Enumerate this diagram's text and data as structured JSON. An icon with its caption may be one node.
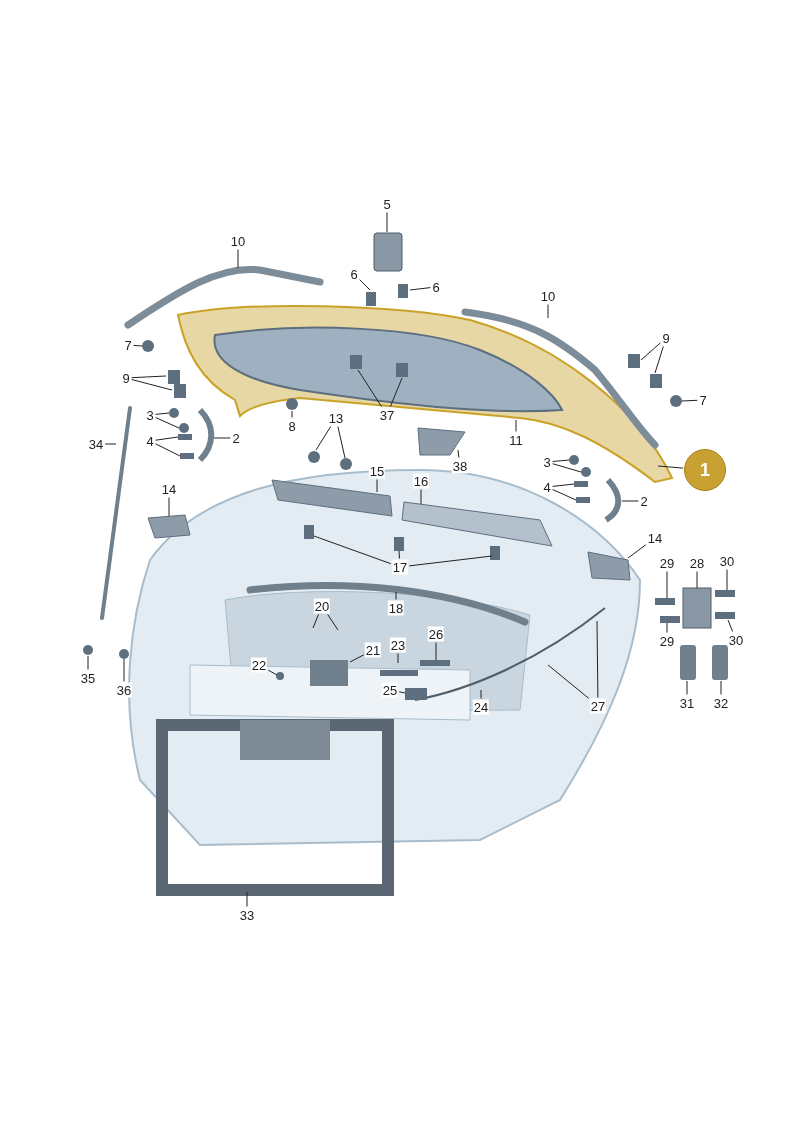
{
  "diagram": {
    "nodes": [
      {
        "text": [
          "1"
        ]
      },
      {
        "text": [
          "10"
        ]
      },
      {
        "text": [
          "5"
        ]
      },
      {
        "text": [
          "6"
        ]
      },
      {
        "text": [
          "6"
        ]
      },
      {
        "text": [
          "10"
        ]
      },
      {
        "text": [
          "7"
        ]
      },
      {
        "text": [
          "9"
        ]
      },
      {
        "text": [
          "9"
        ]
      },
      {
        "text": [
          "7"
        ]
      },
      {
        "text": [
          "37"
        ]
      },
      {
        "text": [
          "3"
        ]
      },
      {
        "text": [
          "8"
        ]
      },
      {
        "text": [
          "13"
        ]
      },
      {
        "text": [
          "11"
        ]
      },
      {
        "text": [
          "34"
        ]
      },
      {
        "text": [
          "4"
        ]
      },
      {
        "text": [
          "2"
        ]
      },
      {
        "text": [
          "38"
        ]
      },
      {
        "text": [
          "3"
        ]
      },
      {
        "text": [
          "4"
        ]
      },
      {
        "text": [
          "2"
        ]
      },
      {
        "text": [
          "15"
        ]
      },
      {
        "text": [
          "16"
        ]
      },
      {
        "text": [
          "14"
        ]
      },
      {
        "text": [
          "14"
        ]
      },
      {
        "text": [
          "17"
        ]
      },
      {
        "text": [
          "29"
        ]
      },
      {
        "text": [
          "28"
        ]
      },
      {
        "text": [
          "30"
        ]
      },
      {
        "text": [
          "20"
        ]
      },
      {
        "text": [
          "18"
        ]
      },
      {
        "text": [
          "29"
        ]
      },
      {
        "text": [
          "30"
        ]
      },
      {
        "text": [
          "26"
        ]
      },
      {
        "text": [
          "21"
        ]
      },
      {
        "text": [
          "23"
        ]
      },
      {
        "text": [
          "22"
        ]
      },
      {
        "text": [
          "35"
        ]
      },
      {
        "text": [
          "36"
        ]
      },
      {
        "text": [
          "25"
        ]
      },
      {
        "text": [
          "24"
        ]
      },
      {
        "text": [
          "27"
        ]
      },
      {
        "text": [
          "31"
        ]
      },
      {
        "text": [
          "32"
        ]
      },
      {
        "text": [
          "33"
        ]
      }
    ],
    "edges": [
      {
        "from": 0,
        "to": null,
        "arrow": "none"
      },
      {
        "from": 1,
        "to": null,
        "arrow": "none"
      },
      {
        "from": 2,
        "to": null,
        "arrow": "none"
      },
      {
        "from": 3,
        "to": null,
        "arrow": "none"
      },
      {
        "from": 4,
        "to": null,
        "arrow": "none"
      },
      {
        "from": 5,
        "to": null,
        "arrow": "none"
      },
      {
        "from": 6,
        "to": null,
        "arrow": "none"
      },
      {
        "from": 7,
        "to": null,
        "arrow": "none"
      },
      {
        "from": 7,
        "to": null,
        "arrow": "none"
      },
      {
        "from": 8,
        "to": null,
        "arrow": "none"
      },
      {
        "from": 8,
        "to": null,
        "arrow": "none"
      },
      {
        "from": 9,
        "to": null,
        "arrow": "none"
      },
      {
        "from": 10,
        "to": null,
        "arrow": "none"
      },
      {
        "from": 10,
        "to": null,
        "arrow": "none"
      },
      {
        "from": 11,
        "to": null,
        "arrow": "none"
      },
      {
        "from": 11,
        "to": null,
        "arrow": "none"
      },
      {
        "from": 12,
        "to": null,
        "arrow": "none"
      },
      {
        "from": 13,
        "to": null,
        "arrow": "none"
      },
      {
        "from": 13,
        "to": null,
        "arrow": "none"
      },
      {
        "from": 14,
        "to": null,
        "arrow": "none"
      },
      {
        "from": 15,
        "to": null,
        "arrow": "none"
      },
      {
        "from": 16,
        "to": null,
        "arrow": "none"
      },
      {
        "from": 16,
        "to": null,
        "arrow": "none"
      },
      {
        "from": 17,
        "to": null,
        "arrow": "none"
      },
      {
        "from": 18,
        "to": null,
        "arrow": "none"
      },
      {
        "from": 19,
        "to": null,
        "arrow": "none"
      },
      {
        "from": 19,
        "to": null,
        "arrow": "none"
      },
      {
        "from": 20,
        "to": null,
        "arrow": "none"
      },
      {
        "from": 20,
        "to": null,
        "arrow": "none"
      },
      {
        "from": 21,
        "to": null,
        "arrow": "none"
      },
      {
        "from": 22,
        "to": null,
        "arrow": "none"
      },
      {
        "from": 23,
        "to": null,
        "arrow": "none"
      },
      {
        "from": 24,
        "to": null,
        "arrow": "none"
      },
      {
        "from": 25,
        "to": null,
        "arrow": "none"
      },
      {
        "from": 26,
        "to": null,
        "arrow": "none"
      },
      {
        "from": 26,
        "to": null,
        "arrow": "none"
      },
      {
        "from": 26,
        "to": null,
        "arrow": "none"
      },
      {
        "from": 27,
        "to": null,
        "arrow": "none"
      },
      {
        "from": 28,
        "to": null,
        "arrow": "none"
      },
      {
        "from": 29,
        "to": null,
        "arrow": "none"
      },
      {
        "from": 30,
        "to": null,
        "arrow": "none"
      },
      {
        "from": 30,
        "to": null,
        "arrow": "none"
      },
      {
        "from": 31,
        "to": null,
        "arrow": "none"
      },
      {
        "from": 32,
        "to": null,
        "arrow": "none"
      },
      {
        "from": 33,
        "to": null,
        "arrow": "none"
      },
      {
        "from": 34,
        "to": null,
        "arrow": "none"
      },
      {
        "from": 35,
        "to": null,
        "arrow": "none"
      },
      {
        "from": 36,
        "to": null,
        "arrow": "none"
      },
      {
        "from": 37,
        "to": null,
        "arrow": "none"
      },
      {
        "from": 38,
        "to": null,
        "arrow": "none"
      },
      {
        "from": 39,
        "to": null,
        "arrow": "none"
      },
      {
        "from": 40,
        "to": null,
        "arrow": "none"
      },
      {
        "from": 41,
        "to": null,
        "arrow": "none"
      },
      {
        "from": 42,
        "to": null,
        "arrow": "none"
      },
      {
        "from": 42,
        "to": null,
        "arrow": "none"
      },
      {
        "from": 43,
        "to": null,
        "arrow": "none"
      },
      {
        "from": 44,
        "to": null,
        "arrow": "none"
      },
      {
        "from": 45,
        "to": null,
        "arrow": "none"
      }
    ]
  }
}
